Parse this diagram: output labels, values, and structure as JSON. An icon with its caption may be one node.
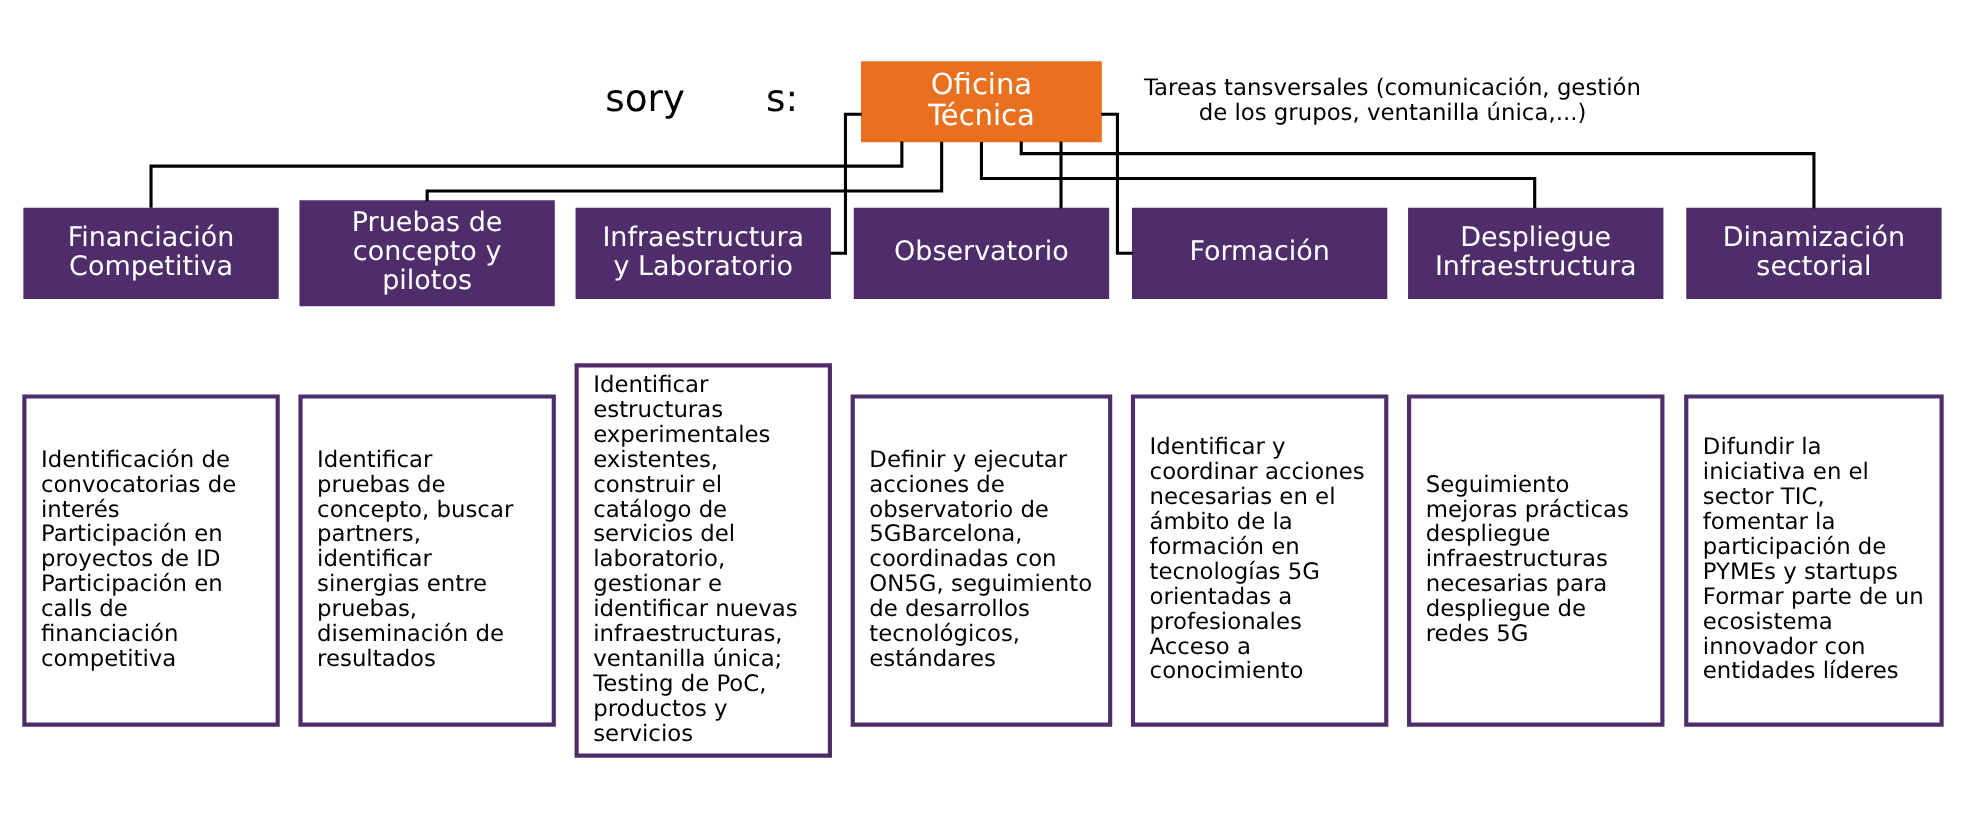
{
  "diagram": {
    "nodes": [
      {
        "text": [
          "Oficina Técnica"
        ],
        "beside": [
          "Tareas tansversales (comunicación, gestión de los grupos, ventanilla única,...)"
        ]
      },
      {
        "text": [
          "Financiación Competitiva"
        ]
      },
      {
        "text": [
          "Pruebas de concepto y pilotos"
        ]
      },
      {
        "text": [
          "Infraestructura y Laboratorio"
        ]
      },
      {
        "text": [
          "Observatorio"
        ]
      },
      {
        "text": [
          "Formación"
        ]
      },
      {
        "text": [
          "Despliegue Infraestructura"
        ]
      },
      {
        "text": [
          "Dinamización sectorial"
        ]
      },
      {
        "text": [
          "Identificación de convocatorias de interés Participación en proyectos de ID Participación en calls de financiación competitiva"
        ]
      },
      {
        "text": [
          "Identificar pruebas de concepto, buscar partners, identificar sinergias entre pruebas, diseminación de resultados"
        ]
      },
      {
        "text": [
          "Identificar estructuras experimentales existentes, construir el catálogo de servicios del laboratorio, gestionar e identificar nuevas infraestructuras, ventanilla única; Testing de PoC, productos y servicios"
        ]
      },
      {
        "text": [
          "Definir y ejecutar acciones de observatorio de 5GBarcelona, coordinadas con ON5G, seguimiento de desarrollos tecnológicos, estándares"
        ]
      },
      {
        "text": [
          "Identificar y coordinar acciones necesarias en el ámbito de la formación en tecnologías 5G orientadas a profesionales Acceso a conocimiento"
        ]
      },
      {
        "text": [
          "Seguimiento mejoras prácticas despliegue infraestructuras necesarias para despliegue de redes 5G"
        ]
      },
      {
        "text": [
          "Difundir la iniciativa en el sector TIC, fomentar la participación de PYMEs y startups Formar parte de un ecosistema innovador con entidades líderes"
        ]
      }
    ],
    "edges": [
      {
        "from": 0,
        "to": 1,
        "arrow": "none"
      },
      {
        "from": 0,
        "to": 2,
        "arrow": "none"
      },
      {
        "from": 0,
        "to": 3,
        "arrow": "none"
      },
      {
        "from": 0,
        "to": 4,
        "arrow": "none"
      },
      {
        "from": 0,
        "to": 5,
        "arrow": "none"
      },
      {
        "from": 0,
        "to": 6,
        "arrow": "none"
      },
      {
        "from": 0,
        "to": 7,
        "arrow": "none"
      }
    ],
    "labels": [
      "sory",
      "s:"
    ]
  }
}
